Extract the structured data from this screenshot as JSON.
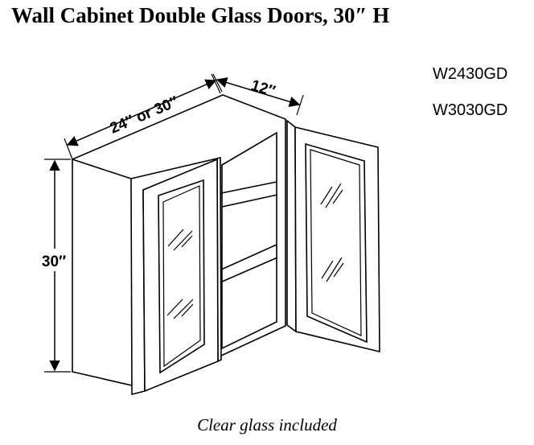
{
  "title": "Wall Cabinet Double Glass Doors, 30″ H",
  "models": [
    "W2430GD",
    "W3030GD"
  ],
  "dimensions": {
    "width": "24″ or 30″",
    "depth": "12″",
    "height": "30″"
  },
  "caption": "Clear glass included"
}
